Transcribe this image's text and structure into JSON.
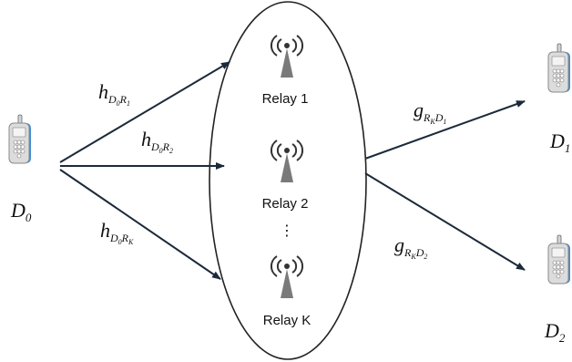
{
  "diagram": {
    "nodes": {
      "source": {
        "base": "D",
        "sub": "0"
      },
      "dest1": {
        "base": "D",
        "sub": "1"
      },
      "dest2": {
        "base": "D",
        "sub": "2"
      }
    },
    "relays": [
      "Relay 1",
      "Relay 2",
      "Relay K"
    ],
    "relay_ellipsis": "⋮",
    "edges": {
      "h1": {
        "base": "h",
        "s1": "D",
        "s1sub": "0",
        "s2": "R",
        "s2sub": "1"
      },
      "h2": {
        "base": "h",
        "s1": "D",
        "s1sub": "0",
        "s2": "R",
        "s2sub": "2"
      },
      "hK": {
        "base": "h",
        "s1": "D",
        "s1sub": "0",
        "s2": "R",
        "s2sub": "K"
      },
      "g1": {
        "base": "g",
        "s1": "R",
        "s1sub": "K",
        "s2": "D",
        "s2sub": "1"
      },
      "g2": {
        "base": "g",
        "s1": "R",
        "s1sub": "K",
        "s2": "D",
        "s2sub": "2"
      }
    },
    "colors": {
      "arrow": "#1b2a3a",
      "ellipse": "#222222",
      "tower": "#777777",
      "phone_body": "#d8d8d8",
      "phone_accent": "#3f8fd6"
    },
    "icons": {
      "phone": "mobile-phone-icon",
      "relay": "relay-tower-icon"
    }
  }
}
